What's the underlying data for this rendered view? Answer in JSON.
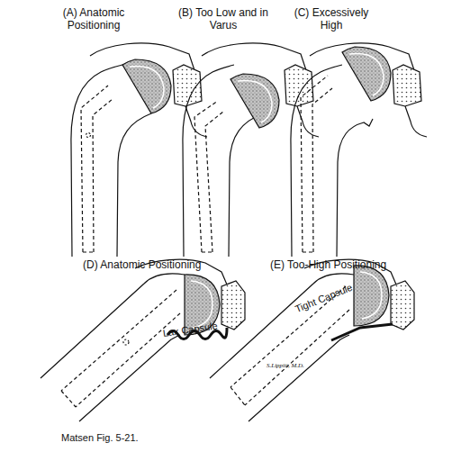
{
  "diagram": {
    "caption": "Matsen Fig. 5-21.",
    "labels": [
      "(A) Anatomic Positioning",
      "(B) Too Low and in Varus",
      "(C) Excessively High",
      "(D) Anatomic Positioning",
      "(E) Too-High Positioning",
      "Lax Capsule",
      "Tight Capsule",
      "S.Lippitt, M.D."
    ]
  }
}
